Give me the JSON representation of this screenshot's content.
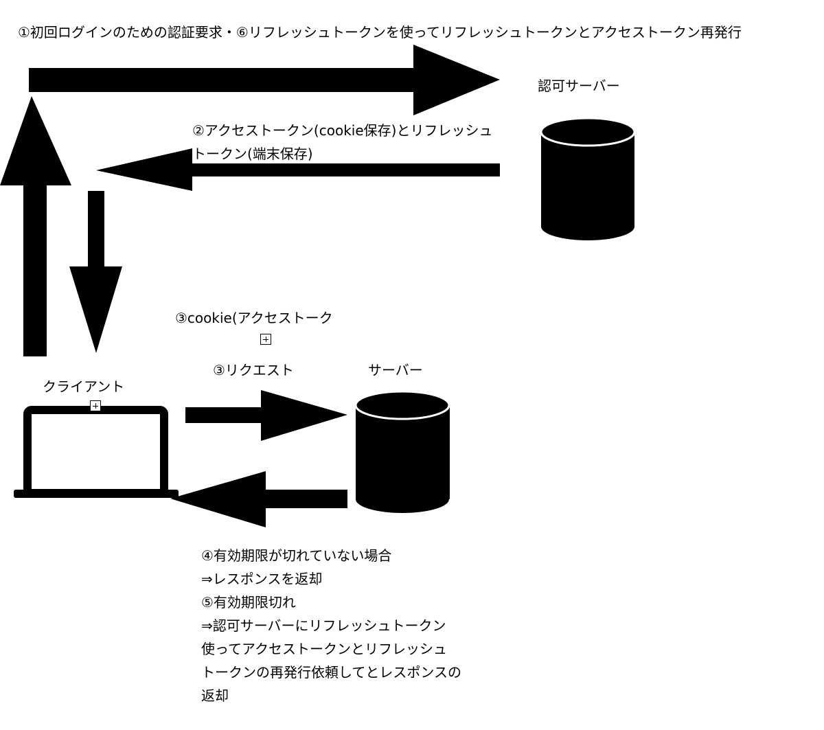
{
  "labels": {
    "top_request": "①初回ログインのための認証要求・⑥リフレッシュトークンを使ってリフレッシュトークンとアクセストークン再発行",
    "auth_server": "認可サーバー",
    "token_return": [
      "②アクセストークン(cookie保存)とリフレッシュ",
      "トークン(端末保存)"
    ],
    "cookie": "③cookie(アクセストーク",
    "request": "③リクエスト",
    "server": "サーバー",
    "client": "クライアント",
    "response": [
      "④有効期限が切れていない場合",
      "⇒レスポンスを返却",
      "⑤有効期限切れ",
      "⇒認可サーバーにリフレッシュトークン",
      "使ってアクセストークンとリフレッシュ",
      "トークンの再発行依頼してとレスポンスの",
      "返却"
    ]
  }
}
